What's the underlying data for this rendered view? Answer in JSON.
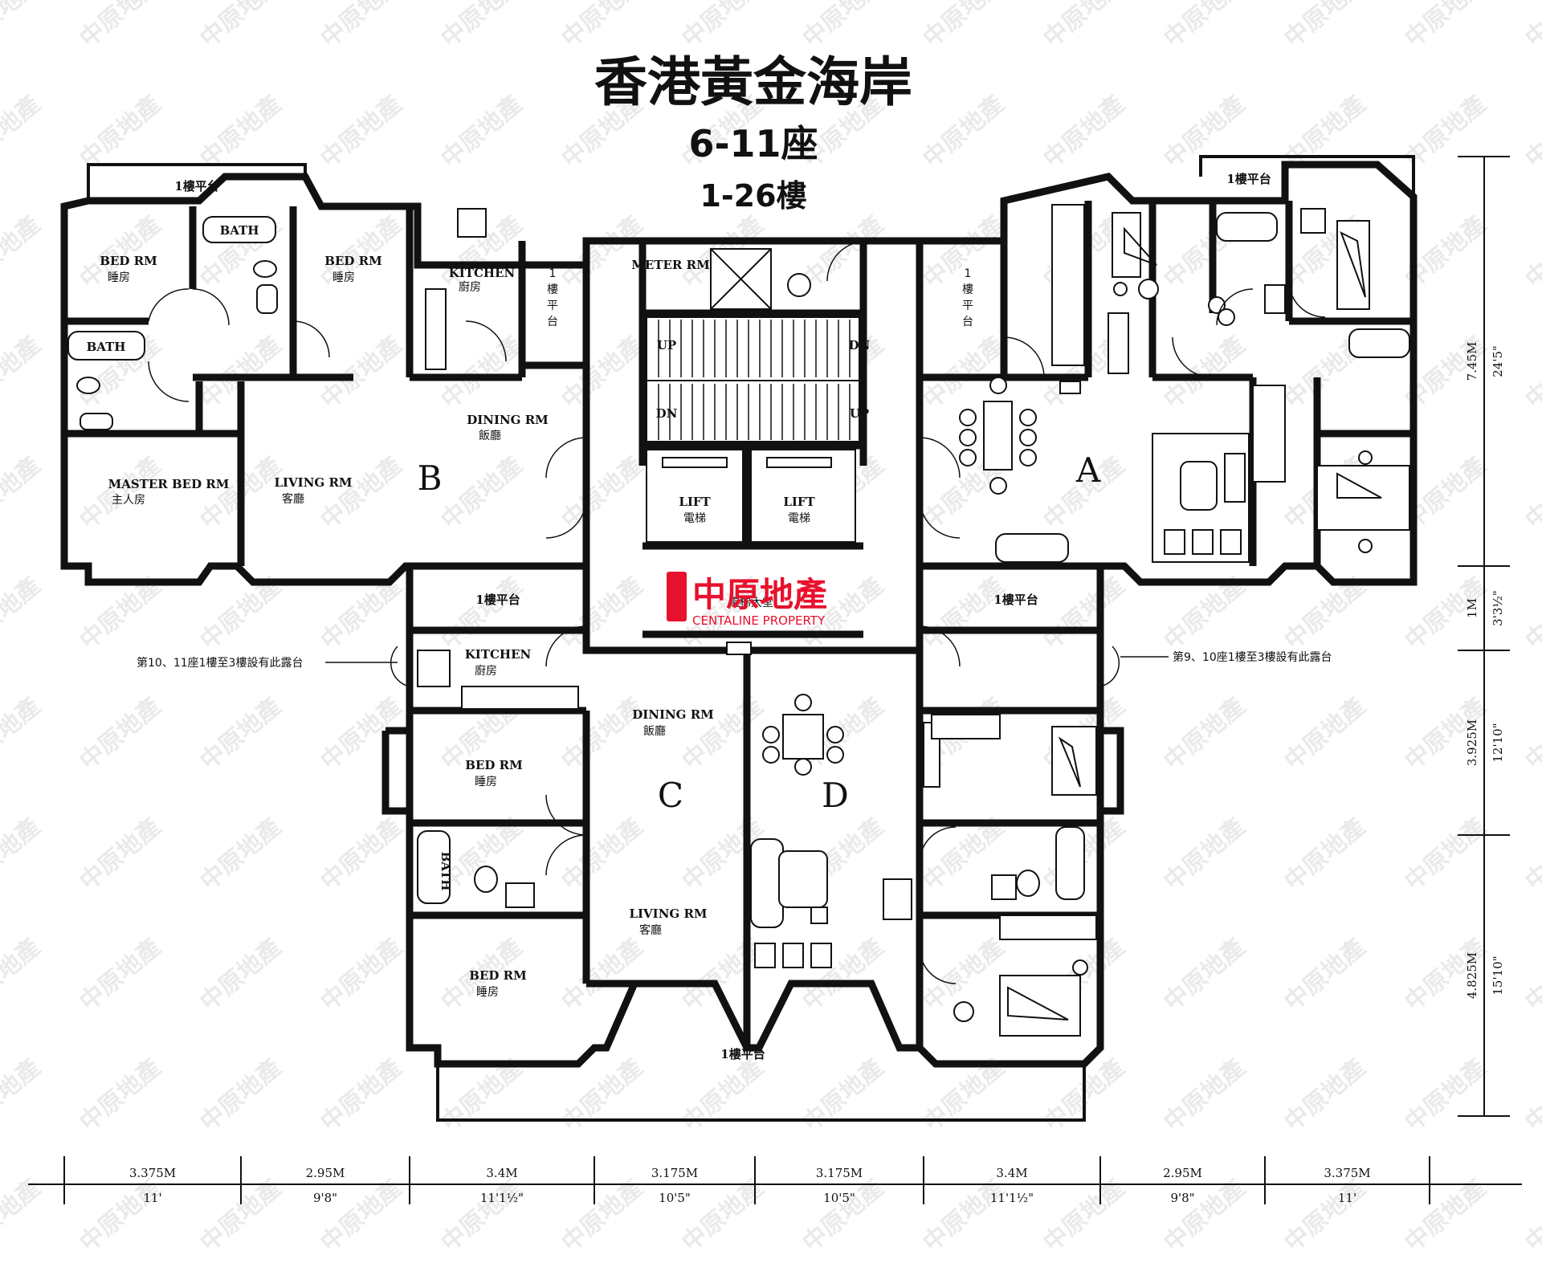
{
  "title": "香港黃金海岸",
  "blocks": "6-11座",
  "floors": "1-26樓",
  "units": {
    "a": "A",
    "b": "B",
    "c": "C",
    "d": "D"
  },
  "rooms": {
    "bed_rm": "BED RM",
    "bed_rm_zh": "睡房",
    "bath": "BATH",
    "kitchen": "KITCHEN",
    "kitchen_zh": "廚房",
    "dining_rm": "DINING RM",
    "dining_rm_zh": "飯廳",
    "living_rm": "LIVING RM",
    "living_rm_zh": "客廳",
    "master_bed_rm": "MASTER BED RM",
    "master_bed_rm_zh": "主人房",
    "meter_rm": "METER RM",
    "lift": "LIFT",
    "lift_zh": "電梯",
    "up": "UP",
    "dn": "DN",
    "flat_roof": "1樓平台",
    "flat_roof_v1": "1",
    "flat_roof_v2": "樓",
    "flat_roof_v3": "平",
    "flat_roof_v4": "台",
    "lobby_zh": "電梯大堂"
  },
  "notes": {
    "left": "第10、11座1樓至3樓設有此露台",
    "right": "第9、10座1樓至3樓設有此露台"
  },
  "bottom_dims": [
    {
      "m": "3.375M",
      "ft": "11'"
    },
    {
      "m": "2.95M",
      "ft": "9'8\""
    },
    {
      "m": "3.4M",
      "ft": "11'1½\""
    },
    {
      "m": "3.175M",
      "ft": "10'5\""
    },
    {
      "m": "3.175M",
      "ft": "10'5\""
    },
    {
      "m": "3.4M",
      "ft": "11'1½\""
    },
    {
      "m": "2.95M",
      "ft": "9'8\""
    },
    {
      "m": "3.375M",
      "ft": "11'"
    }
  ],
  "right_dims": [
    {
      "m": "7.45M",
      "ft": "24'5\""
    },
    {
      "m": "1M",
      "ft": "3'3½\""
    },
    {
      "m": "3.925M",
      "ft": "12'10\""
    },
    {
      "m": "4.825M",
      "ft": "15'10\""
    }
  ],
  "logo": {
    "zh": "中原地產",
    "en": "CENTALINE PROPERTY",
    "color": "#e8112d"
  },
  "watermark": "中原地產"
}
